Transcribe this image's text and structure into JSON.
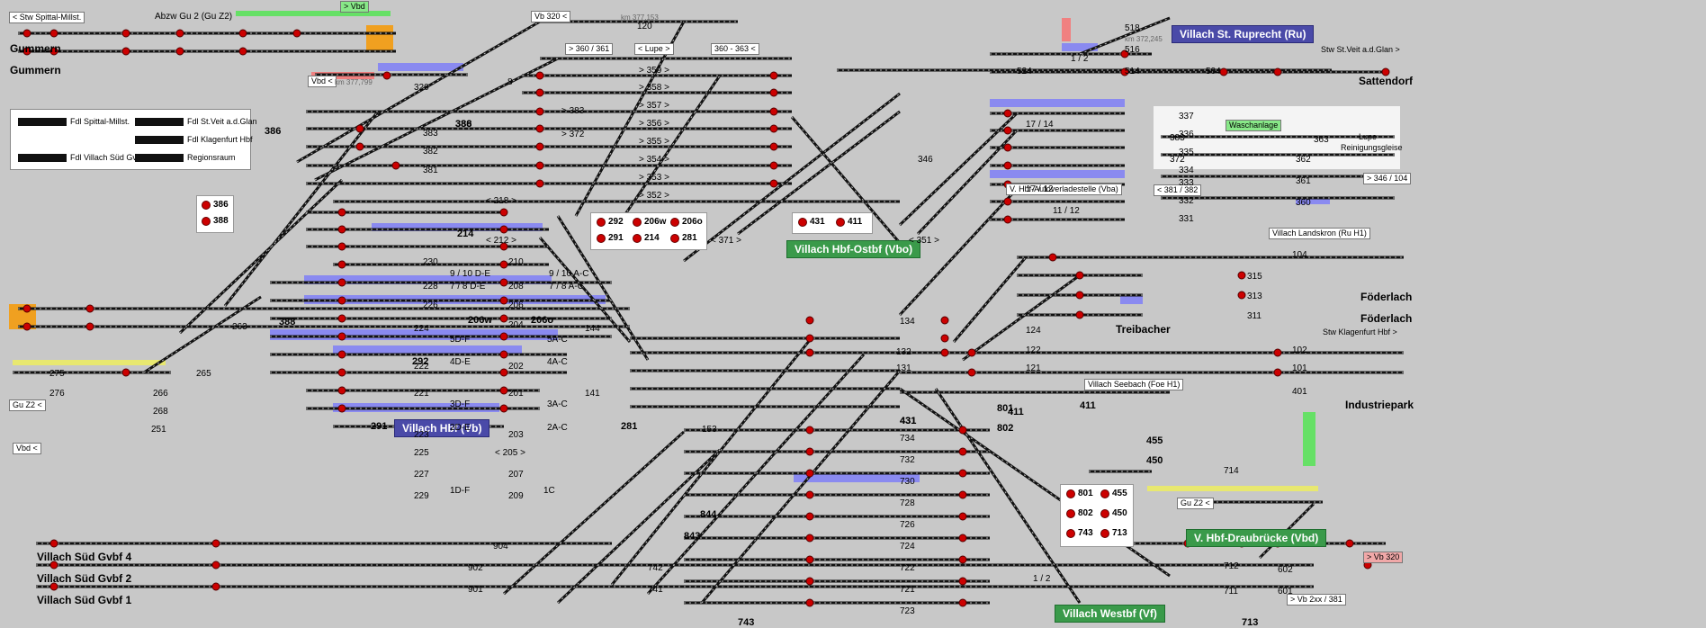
{
  "legend": {
    "items": [
      {
        "label": "Fdl Spittal-Millst."
      },
      {
        "label": "Fdl St.Veit a.d.Glan"
      },
      {
        "label": "Fdl Klagenfurt Hbf"
      },
      {
        "label": "Fdl Villach Süd Gvbf"
      },
      {
        "label": "Regionsraum"
      }
    ]
  },
  "stations": [
    {
      "label": "Villach St. Ruprecht (Ru)",
      "style": "blue"
    },
    {
      "label": "Villach Hbf-Ostbf (Vbo)",
      "style": "green"
    },
    {
      "label": "Villach Hbf (Vb)",
      "style": "blue"
    },
    {
      "label": "V. Hbf-Draubrücke (Vbd)",
      "style": "green"
    },
    {
      "label": "Villach Westbf (Vf)",
      "style": "green"
    }
  ],
  "places": [
    {
      "label": "Gummern"
    },
    {
      "label": "Gummern"
    },
    {
      "label": "Sattendorf"
    },
    {
      "label": "Föderlach"
    },
    {
      "label": "Föderlach"
    },
    {
      "label": "Treibacher"
    },
    {
      "label": "Industriepark"
    },
    {
      "label": "Villach Süd Gvbf 4"
    },
    {
      "label": "Villach Süd Gvbf 2"
    },
    {
      "label": "Villach Süd Gvbf 1"
    }
  ],
  "small_labels": [
    {
      "label": "< Stw Spittal-Millst."
    },
    {
      "label": "Abzw Gu 2 (Gu Z2)"
    },
    {
      "label": "> Vbd"
    },
    {
      "label": "Vb 320 <"
    },
    {
      "label": "km 377,153"
    },
    {
      "label": "> 360 / 361"
    },
    {
      "label": "< Lupe >"
    },
    {
      "label": "360 - 363 <"
    },
    {
      "label": "Vbd <"
    },
    {
      "label": "km 377,799"
    },
    {
      "label": "km 372,245"
    },
    {
      "label": "Stw St.Veit a.d.Glan >"
    },
    {
      "label": "Waschanlage"
    },
    {
      "label": "Lupe"
    },
    {
      "label": "Reinigungsgleise"
    },
    {
      "label": "> 346 / 104"
    },
    {
      "label": "< 381 / 382"
    },
    {
      "label": "V. Hbf-Autoverladestelle (Vba)"
    },
    {
      "label": "Villach Landskron (Ru H1)"
    },
    {
      "label": "Stw Klagenfurt Hbf >"
    },
    {
      "label": "Villach Seebach (Foe H1)"
    },
    {
      "label": "Gu Z2 <"
    },
    {
      "label": "Vbd <"
    },
    {
      "label": "Gu Z2 <"
    },
    {
      "label": "> Vb 320"
    },
    {
      "label": "> Vb 2xx / 381"
    }
  ],
  "track_numbers": [
    {
      "label": "320"
    },
    {
      "label": "120"
    },
    {
      "label": "> 359 >"
    },
    {
      "label": "> 358 >"
    },
    {
      "label": "> 357 >"
    },
    {
      "label": "> 356 >"
    },
    {
      "label": "> 355 >"
    },
    {
      "label": "> 354 >"
    },
    {
      "label": "> 353 >"
    },
    {
      "label": "> 352 >"
    },
    {
      "label": "< 371 >"
    },
    {
      "label": "< 351 >"
    },
    {
      "label": "383"
    },
    {
      "label": "382"
    },
    {
      "label": "381"
    },
    {
      "label": "> 383"
    },
    {
      "label": "> 372"
    },
    {
      "label": "< 218 >"
    },
    {
      "label": "< 212 >"
    },
    {
      "label": "230"
    },
    {
      "label": "228"
    },
    {
      "label": "226"
    },
    {
      "label": "224"
    },
    {
      "label": "222"
    },
    {
      "label": "221"
    },
    {
      "label": "223"
    },
    {
      "label": "225"
    },
    {
      "label": "227"
    },
    {
      "label": "229"
    },
    {
      "label": "210"
    },
    {
      "label": "208"
    },
    {
      "label": "206"
    },
    {
      "label": "204"
    },
    {
      "label": "202"
    },
    {
      "label": "201"
    },
    {
      "label": "203"
    },
    {
      "label": "207"
    },
    {
      "label": "209"
    },
    {
      "label": "< 205 >"
    },
    {
      "label": "263"
    },
    {
      "label": "265"
    },
    {
      "label": "266"
    },
    {
      "label": "268"
    },
    {
      "label": "251"
    },
    {
      "label": "275"
    },
    {
      "label": "276"
    },
    {
      "label": "144"
    },
    {
      "label": "134"
    },
    {
      "label": "132"
    },
    {
      "label": "131"
    },
    {
      "label": "141"
    },
    {
      "label": "153"
    },
    {
      "label": "124"
    },
    {
      "label": "122"
    },
    {
      "label": "121"
    },
    {
      "label": "102"
    },
    {
      "label": "101"
    },
    {
      "label": "401"
    },
    {
      "label": "104"
    },
    {
      "label": "315"
    },
    {
      "label": "313"
    },
    {
      "label": "311"
    },
    {
      "label": "346"
    },
    {
      "label": "337"
    },
    {
      "label": "336"
    },
    {
      "label": "335"
    },
    {
      "label": "334"
    },
    {
      "label": "333"
    },
    {
      "label": "332"
    },
    {
      "label": "331"
    },
    {
      "label": "524"
    },
    {
      "label": "518"
    },
    {
      "label": "516"
    },
    {
      "label": "514"
    },
    {
      "label": "504"
    },
    {
      "label": "363"
    },
    {
      "label": "362"
    },
    {
      "label": "361"
    },
    {
      "label": "360"
    },
    {
      "label": "383"
    },
    {
      "label": "372"
    },
    {
      "label": "734"
    },
    {
      "label": "732"
    },
    {
      "label": "730"
    },
    {
      "label": "728"
    },
    {
      "label": "726"
    },
    {
      "label": "724"
    },
    {
      "label": "722"
    },
    {
      "label": "721"
    },
    {
      "label": "723"
    },
    {
      "label": "714"
    },
    {
      "label": "712"
    },
    {
      "label": "711"
    },
    {
      "label": "602"
    },
    {
      "label": "601"
    },
    {
      "label": "904"
    },
    {
      "label": "902"
    },
    {
      "label": "901"
    },
    {
      "label": "742"
    },
    {
      "label": "741"
    }
  ],
  "platform_labels": [
    {
      "label": "8"
    },
    {
      "label": "17 / 14"
    },
    {
      "label": "17 / 12"
    },
    {
      "label": "11 / 12"
    },
    {
      "label": "1 / 2"
    },
    {
      "label": "9 / 10 D-E"
    },
    {
      "label": "9 / 10 A-C"
    },
    {
      "label": "7 / 8 D-E"
    },
    {
      "label": "7 / 8 A-C"
    },
    {
      "label": "5D-F"
    },
    {
      "label": "5A-C"
    },
    {
      "label": "4D-E"
    },
    {
      "label": "4A-C"
    },
    {
      "label": "3D-F"
    },
    {
      "label": "3A-C"
    },
    {
      "label": "2D-E"
    },
    {
      "label": "2A-C"
    },
    {
      "label": "1D-F"
    },
    {
      "label": "1C"
    },
    {
      "label": "1 / 2"
    }
  ],
  "bold_numbers": [
    {
      "label": "386"
    },
    {
      "label": "388"
    },
    {
      "label": "214"
    },
    {
      "label": "206w"
    },
    {
      "label": "206o"
    },
    {
      "label": "292"
    },
    {
      "label": "291"
    },
    {
      "label": "281"
    },
    {
      "label": "431"
    },
    {
      "label": "411"
    },
    {
      "label": "801"
    },
    {
      "label": "802"
    },
    {
      "label": "455"
    },
    {
      "label": "450"
    },
    {
      "label": "844"
    },
    {
      "label": "843"
    },
    {
      "label": "743"
    },
    {
      "label": "713"
    },
    {
      "label": "411"
    },
    {
      "label": "431"
    },
    {
      "label": "386"
    },
    {
      "label": "388"
    }
  ],
  "box_386": {
    "a": "386",
    "b": "388"
  },
  "box_292": {
    "r1a": "292",
    "r1b": "206w",
    "r1c": "206o",
    "r2a": "291",
    "r2b": "214",
    "r2c": "281"
  },
  "box_431": {
    "a": "431",
    "b": "411"
  },
  "box_801": {
    "r1a": "801",
    "r1b": "455",
    "r2a": "802",
    "r2b": "450",
    "r3a": "743",
    "r3b": "713"
  },
  "colors": {
    "background": "#c8c8c8",
    "track": "#111111",
    "signal_red": "#cc0000",
    "platform_blue": "#8a8af0",
    "station_green": "#3a9a4a",
    "station_blue": "#4a4aa8",
    "highlight_orange": "#f0a020",
    "highlight_pink": "#f08080",
    "highlight_green": "#66e066",
    "highlight_yellow": "#e8e870"
  }
}
